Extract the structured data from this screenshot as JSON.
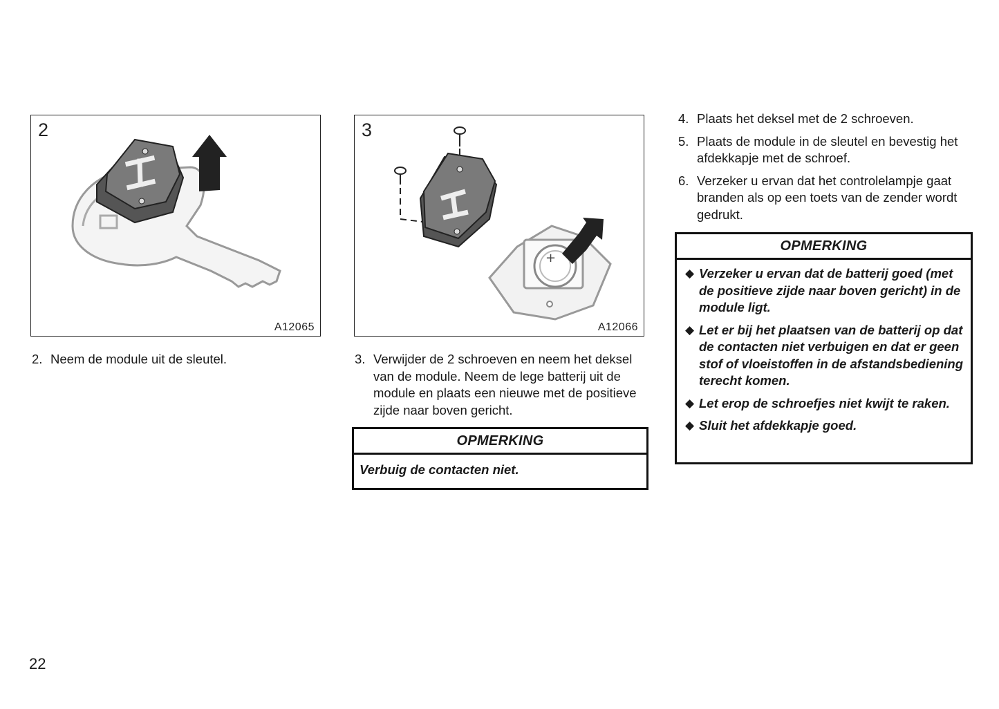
{
  "figures": [
    {
      "number": "2",
      "code": "A12065",
      "icon": "key-module-removal-illustration"
    },
    {
      "number": "3",
      "code": "A12066",
      "icon": "module-battery-replacement-illustration"
    }
  ],
  "steps": {
    "step2": {
      "num": "2.",
      "text": "Neem de module uit de sleutel."
    },
    "step3": {
      "num": "3.",
      "text": "Verwijder de 2 schroeven en neem het deksel van de module. Neem de lege batterij uit de module en plaats een nieuwe met de positieve zijde naar boven gericht."
    },
    "step4": {
      "num": "4.",
      "text": "Plaats het deksel met de 2 schroeven."
    },
    "step5": {
      "num": "5.",
      "text": "Plaats de module in de sleutel en bevestig het afdekkapje met de schroef."
    },
    "step6": {
      "num": "6.",
      "text": "Verzeker u ervan dat het controlelampje gaat branden als op een toets van de zender wordt gedrukt."
    }
  },
  "notes": {
    "note1": {
      "title": "OPMERKING",
      "body": "Verbuig de contacten niet."
    },
    "note2": {
      "title": "OPMERKING",
      "bullet_symbol": "◆",
      "items": [
        "Verzeker u ervan dat de batterij goed (met de positieve zijde naar boven gericht) in de module ligt.",
        "Let er bij het plaatsen van de batterij op dat de contacten niet verbuigen en dat er geen stof of vloeistoffen in de afstandsbediening terecht komen.",
        "Let erop de schroefjes niet kwijt te raken.",
        "Sluit het afdekkapje goed."
      ]
    }
  },
  "page_number": "22",
  "battery_symbol": "+",
  "colors": {
    "outline": "#888888",
    "dark_part": "#666666",
    "module_face": "#7a7a7a",
    "arrow": "#222222"
  }
}
